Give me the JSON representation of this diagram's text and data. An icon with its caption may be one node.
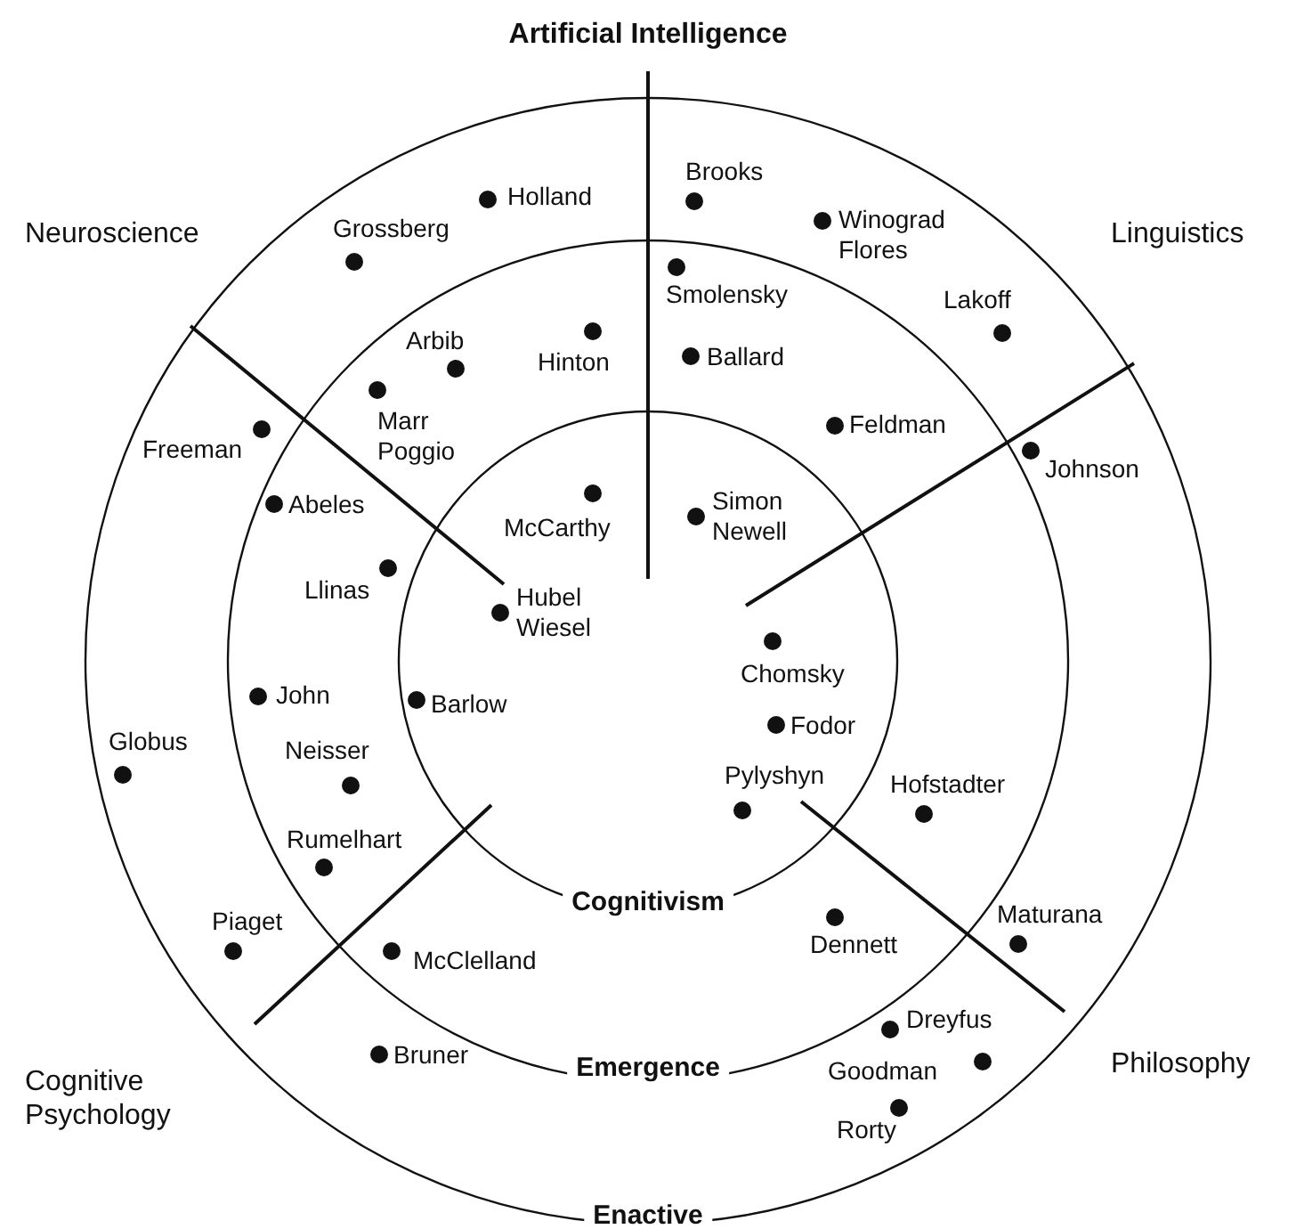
{
  "diagram": {
    "labels": [
      "Artificial Intelligence",
      "Neuroscience",
      "Holland",
      "Brooks",
      "Grossberg",
      "Winograd Flores",
      "Linguistics",
      "Smolensky",
      "Lakoff",
      "Arbib",
      "Hinton",
      "Ballard",
      "Marr Poggio",
      "Freeman",
      "Feldman",
      "Johnson",
      "Abeles",
      "McCarthy",
      "Simon Newell",
      "Llinas",
      "Hubel Wiesel",
      "Chomsky",
      "John",
      "Barlow",
      "Fodor",
      "Globus",
      "Neisser",
      "Pylyshyn",
      "Hofstadter",
      "Rumelhart",
      "Cognitivism",
      "Piaget",
      "Maturana",
      "McClelland",
      "Dennett",
      "Dreyfus",
      "Bruner",
      "Emergence",
      "Goodman",
      "Philosophy",
      "Cognitive Psychology",
      "Rorty",
      "Enactive"
    ]
  }
}
